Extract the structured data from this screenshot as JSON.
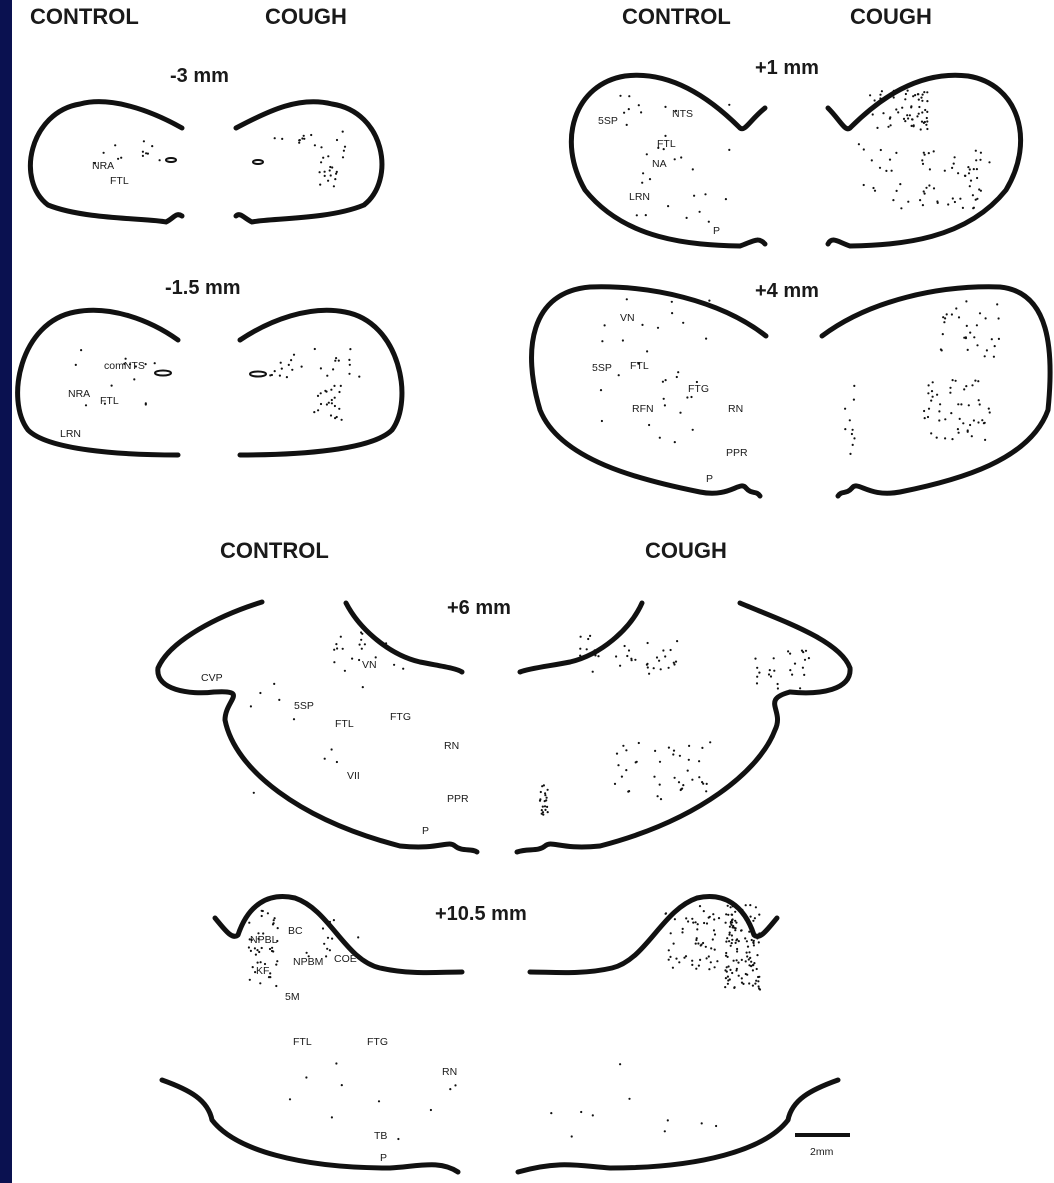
{
  "colors": {
    "background": "#0b1553",
    "panel": "#ffffff",
    "ink": "#111111"
  },
  "headers": {
    "top_left_control": "CONTROL",
    "top_left_cough": "COUGH",
    "top_right_control": "CONTROL",
    "top_right_cough": "COUGH",
    "mid_control": "CONTROL",
    "mid_cough": "COUGH"
  },
  "sections": {
    "minus3": {
      "level": "-3 mm",
      "labels": {
        "nra": "NRA",
        "ftl": "FTL"
      }
    },
    "minus1_5": {
      "level": "-1.5 mm",
      "labels": {
        "comnts": "comNTS",
        "nra": "NRA",
        "ftl": "FTL",
        "lrn": "LRN"
      }
    },
    "plus1": {
      "level": "+1 mm",
      "labels": {
        "nts": "NTS",
        "sp5": "5SP",
        "ftl": "FTL",
        "na": "NA",
        "lrn": "LRN",
        "p": "P"
      }
    },
    "plus4": {
      "level": "+4 mm",
      "labels": {
        "vn": "VN",
        "sp5": "5SP",
        "ftl": "FTL",
        "ftg": "FTG",
        "rfn": "RFN",
        "rn": "RN",
        "ppr": "PPR",
        "p": "P"
      }
    },
    "plus6": {
      "level": "+6 mm",
      "labels": {
        "cvp": "CVP",
        "vn": "VN",
        "sp5": "5SP",
        "ftl": "FTL",
        "ftg": "FTG",
        "rn": "RN",
        "vii": "VII",
        "ppr": "PPR",
        "p": "P"
      }
    },
    "plus10_5": {
      "level": "+10.5 mm",
      "labels": {
        "npbl": "NPBL",
        "bc": "BC",
        "npbm": "NPBM",
        "coe": "COE",
        "kf": "KF",
        "m5": "5M",
        "ftl": "FTL",
        "ftg": "FTG",
        "rn": "RN",
        "tb": "TB",
        "p": "P"
      }
    }
  },
  "scale_bar": {
    "label": "2mm"
  }
}
